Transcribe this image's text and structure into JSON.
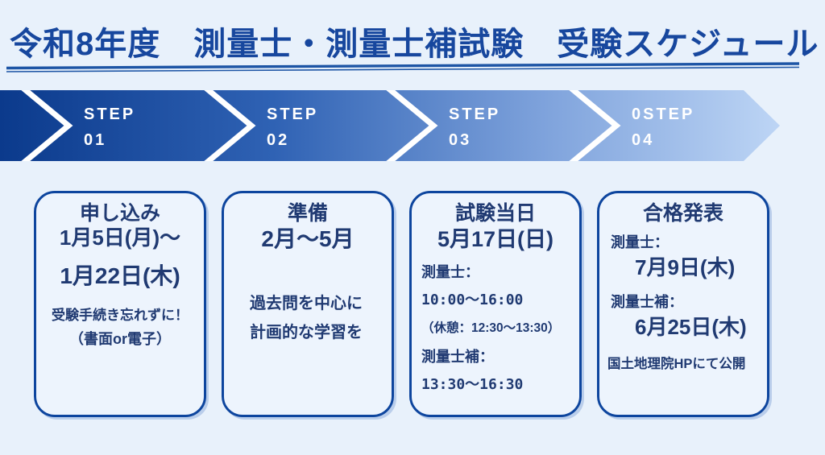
{
  "colors": {
    "background": "#e8f1fb",
    "title_blue": "#17479e",
    "card_border": "#0d459e",
    "card_bg": "#edf4fd",
    "text_navy": "#203a72",
    "banner_gradient_start": "#0b3a8c",
    "banner_gradient_end": "#bdd5f5",
    "chevron_white": "#ffffff"
  },
  "header": {
    "title": "令和8年度　測量士・測量士補試験　受験スケジュール"
  },
  "banner": {
    "steps": [
      {
        "label": "STEP",
        "number": "01"
      },
      {
        "label": "STEP",
        "number": "02"
      },
      {
        "label": "STEP",
        "number": "03"
      },
      {
        "label": "0STEP",
        "number": "04"
      }
    ]
  },
  "cards": [
    {
      "title": "申し込み",
      "line1": "1月5日(月)～",
      "line2": "1月22日(木)",
      "note1": "受験手続き忘れずに！",
      "note2": "（書面or電子）"
    },
    {
      "title": "準備",
      "period": "2月～5月",
      "line1": "過去問を中心に",
      "line2": "計画的な学習を"
    },
    {
      "title": "試験当日",
      "date": "5月17日(日)",
      "label1": "測量士：",
      "time1": "10:00～16:00",
      "break": "（休憩：12:30～13:30）",
      "label2": "測量士補：",
      "time2": "13:30～16:30"
    },
    {
      "title": "合格発表",
      "label1": "測量士：",
      "date1": "7月9日(木)",
      "label2": "測量士補：",
      "date2": "6月25日(木)",
      "note": "国土地理院HPにて公開"
    }
  ]
}
